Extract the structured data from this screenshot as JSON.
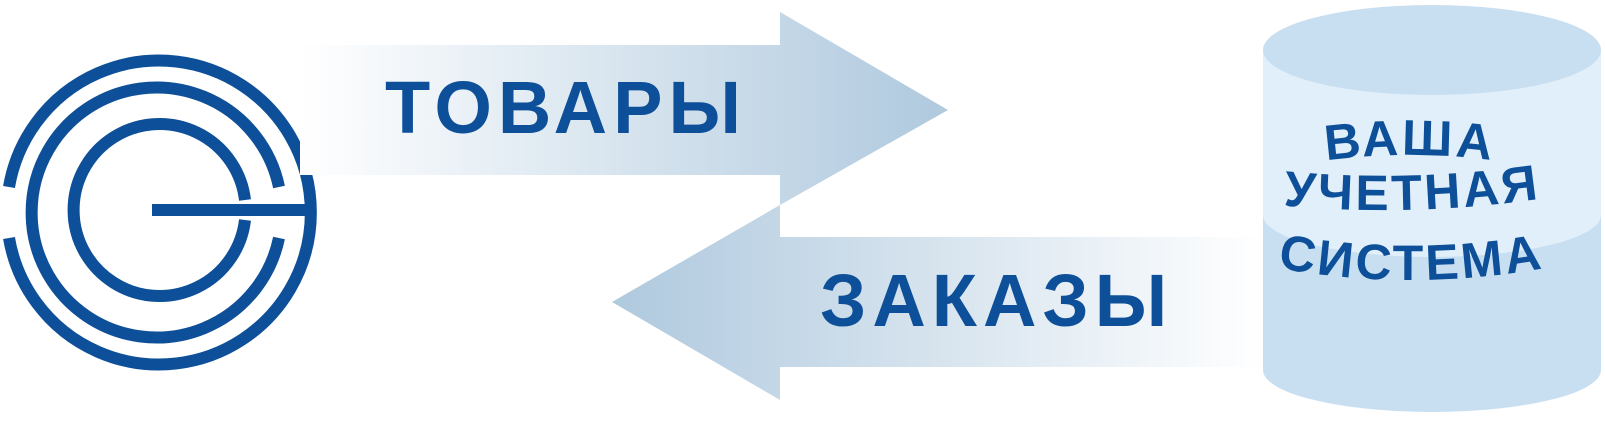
{
  "arrows": {
    "goods_label": "ТОВАРЫ",
    "orders_label": "ЗАКАЗЫ"
  },
  "database": {
    "line1": "ВАША",
    "line2": "УЧЕТНАЯ",
    "line3": "СИСТЕМА"
  },
  "colors": {
    "brand_blue": "#0d4f98",
    "arrow_blue": "#b3cce0",
    "cylinder_fill": "#c8dff2",
    "cylinder_band": "#e1effb"
  }
}
